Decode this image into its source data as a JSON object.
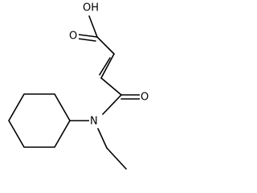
{
  "molecule": {
    "atoms": {
      "oh": "OH",
      "carbonyl_o_acid": "O",
      "carbonyl_o_amide": "O",
      "n": "N"
    }
  }
}
